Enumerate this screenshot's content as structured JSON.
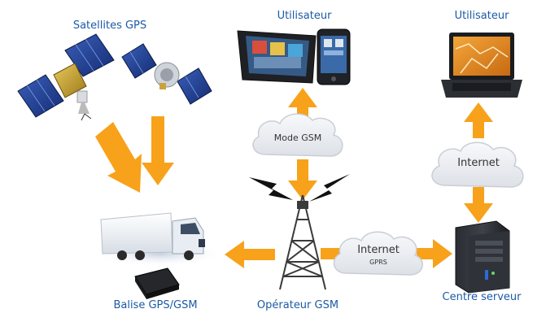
{
  "labels": {
    "satellites": "Satellites GPS",
    "user_mobile": "Utilisateur",
    "user_laptop": "Utilisateur",
    "beacon": "Balise GPS/GSM",
    "operator": "Opérateur GSM",
    "server": "Centre serveur"
  },
  "clouds": {
    "gsm_mode": "Mode GSM",
    "internet_right": "Internet",
    "internet_gprs": "Internet",
    "gprs": "GPRS"
  },
  "colors": {
    "label_blue": "#1b5aa6",
    "arrow_orange": "#f7a21a",
    "cloud_fill": "#eef0f3",
    "cloud_stroke": "#c9ced6"
  },
  "icons": [
    "satellite-icon",
    "tablet-icon",
    "smartphone-icon",
    "laptop-icon",
    "truck-icon",
    "gps-tracker-icon",
    "antenna-tower-icon",
    "server-icon",
    "lightning-icon",
    "cloud-icon"
  ]
}
